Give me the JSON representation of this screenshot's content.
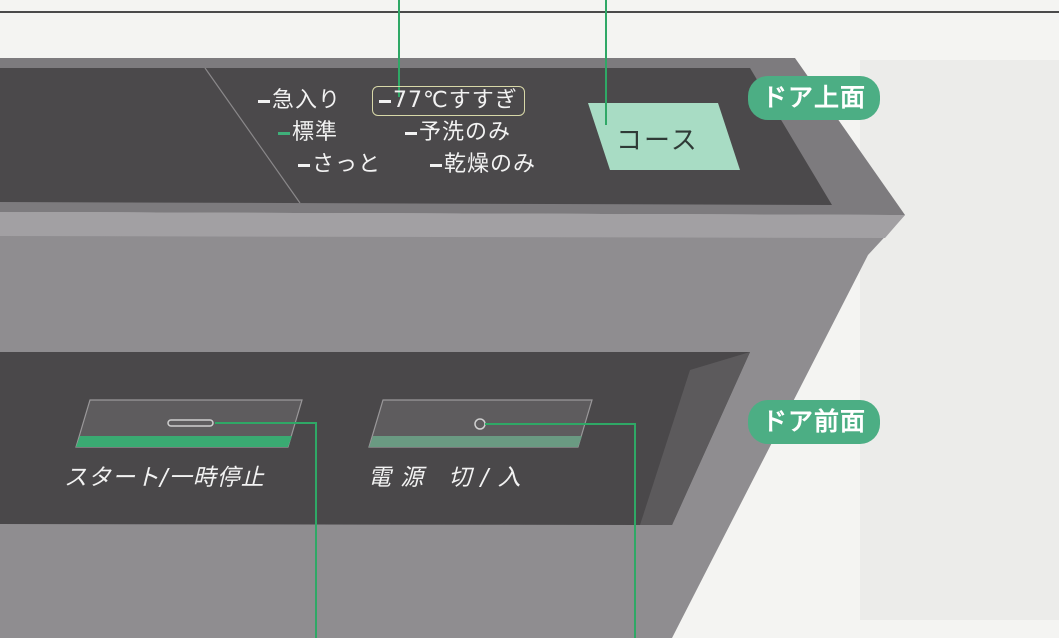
{
  "top_panel": {
    "course_options": {
      "col1_row1": "急入り",
      "col2_row1": "77℃すすぎ",
      "col1_row2": "標準",
      "col2_row2": "予洗のみ",
      "col1_row3": "さっと",
      "col2_row3": "乾燥のみ"
    },
    "course_button_label": "コース",
    "section_tag": "ドア上面"
  },
  "front_panel": {
    "start_pause_label": "スタート/一時停止",
    "power_label": "電 源　切 / 入",
    "section_tag": "ドア前面"
  },
  "colors": {
    "accent_green": "#4cae84",
    "panel_dark": "#4c4a4c",
    "body_gray": "#8d8b8d"
  }
}
